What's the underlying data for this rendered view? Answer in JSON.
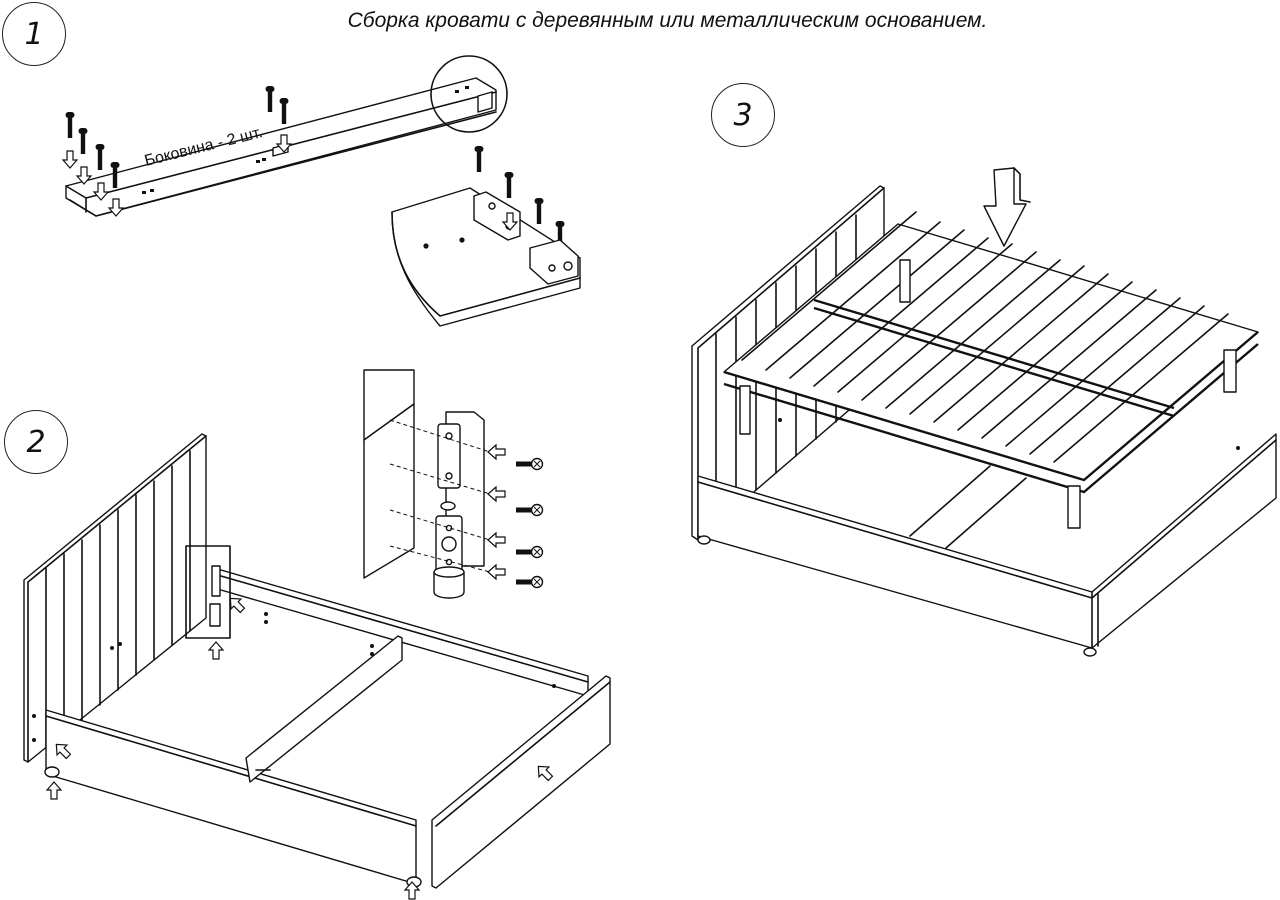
{
  "title": "Сборка кровати с деревянным или металлическим основанием.",
  "steps": [
    {
      "number": "1"
    },
    {
      "number": "2"
    },
    {
      "number": "3"
    }
  ],
  "labels": {
    "side_panel": "Боковина - 2 шт."
  },
  "icons": [
    "screw-icon",
    "arrow-icon",
    "bracket-icon",
    "leg-icon"
  ]
}
